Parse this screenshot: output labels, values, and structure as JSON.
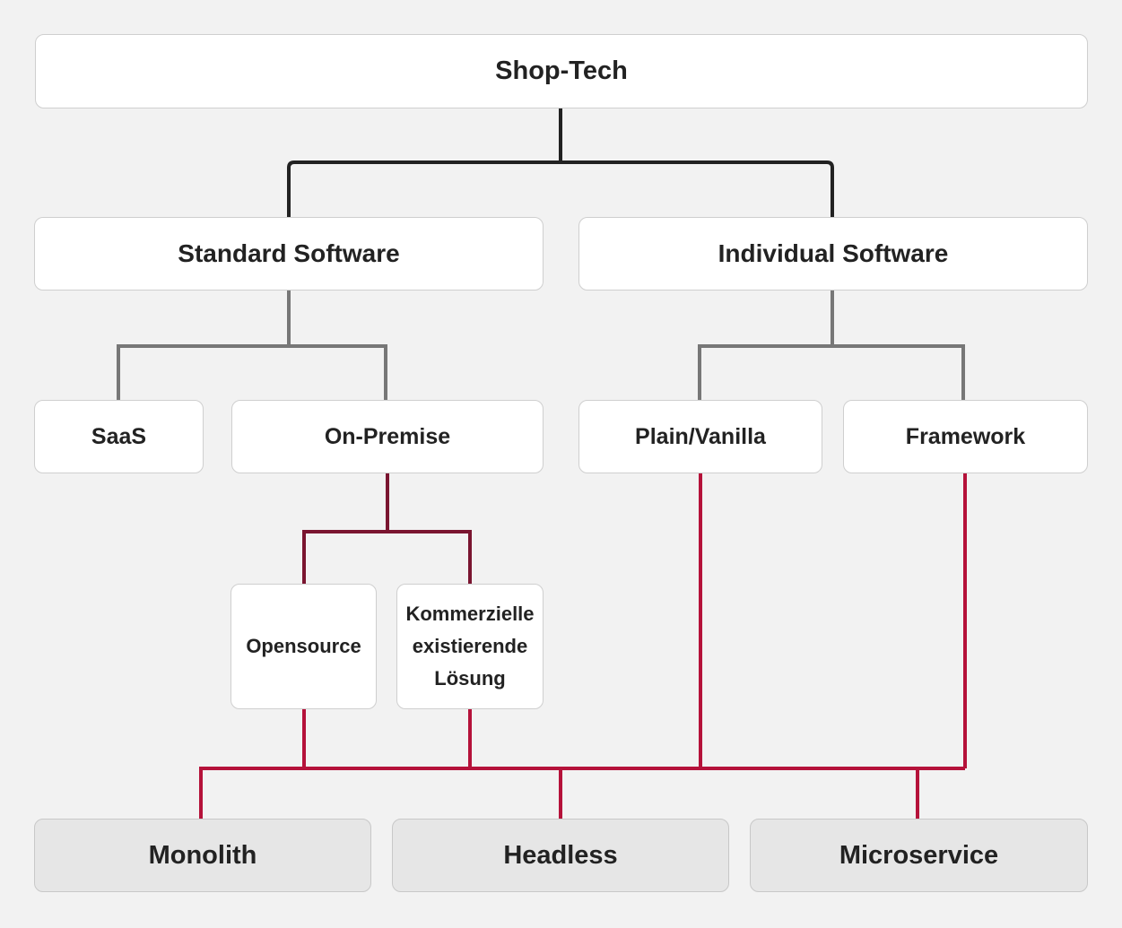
{
  "root": {
    "label": "Shop-Tech"
  },
  "categories": {
    "standard": {
      "label": "Standard Software"
    },
    "individual": {
      "label": "Individual Software"
    }
  },
  "subcategories": {
    "saas": {
      "label": "SaaS"
    },
    "on_premise": {
      "label": "On-Premise"
    },
    "plain_vanilla": {
      "label": "Plain/Vanilla"
    },
    "framework": {
      "label": "Framework"
    }
  },
  "on_premise_types": {
    "opensource": {
      "label": "Opensource"
    },
    "commercial": {
      "label": "Kommerzielle existierende Lösung"
    }
  },
  "architectures": {
    "monolith": {
      "label": "Monolith"
    },
    "headless": {
      "label": "Headless"
    },
    "microservice": {
      "label": "Microservice"
    }
  },
  "colors": {
    "background": "#f2f2f2",
    "level1_connector": "#222222",
    "level2_connector": "#777777",
    "on_premise_connector": "#7a1530",
    "architecture_connector": "#b5123a"
  }
}
